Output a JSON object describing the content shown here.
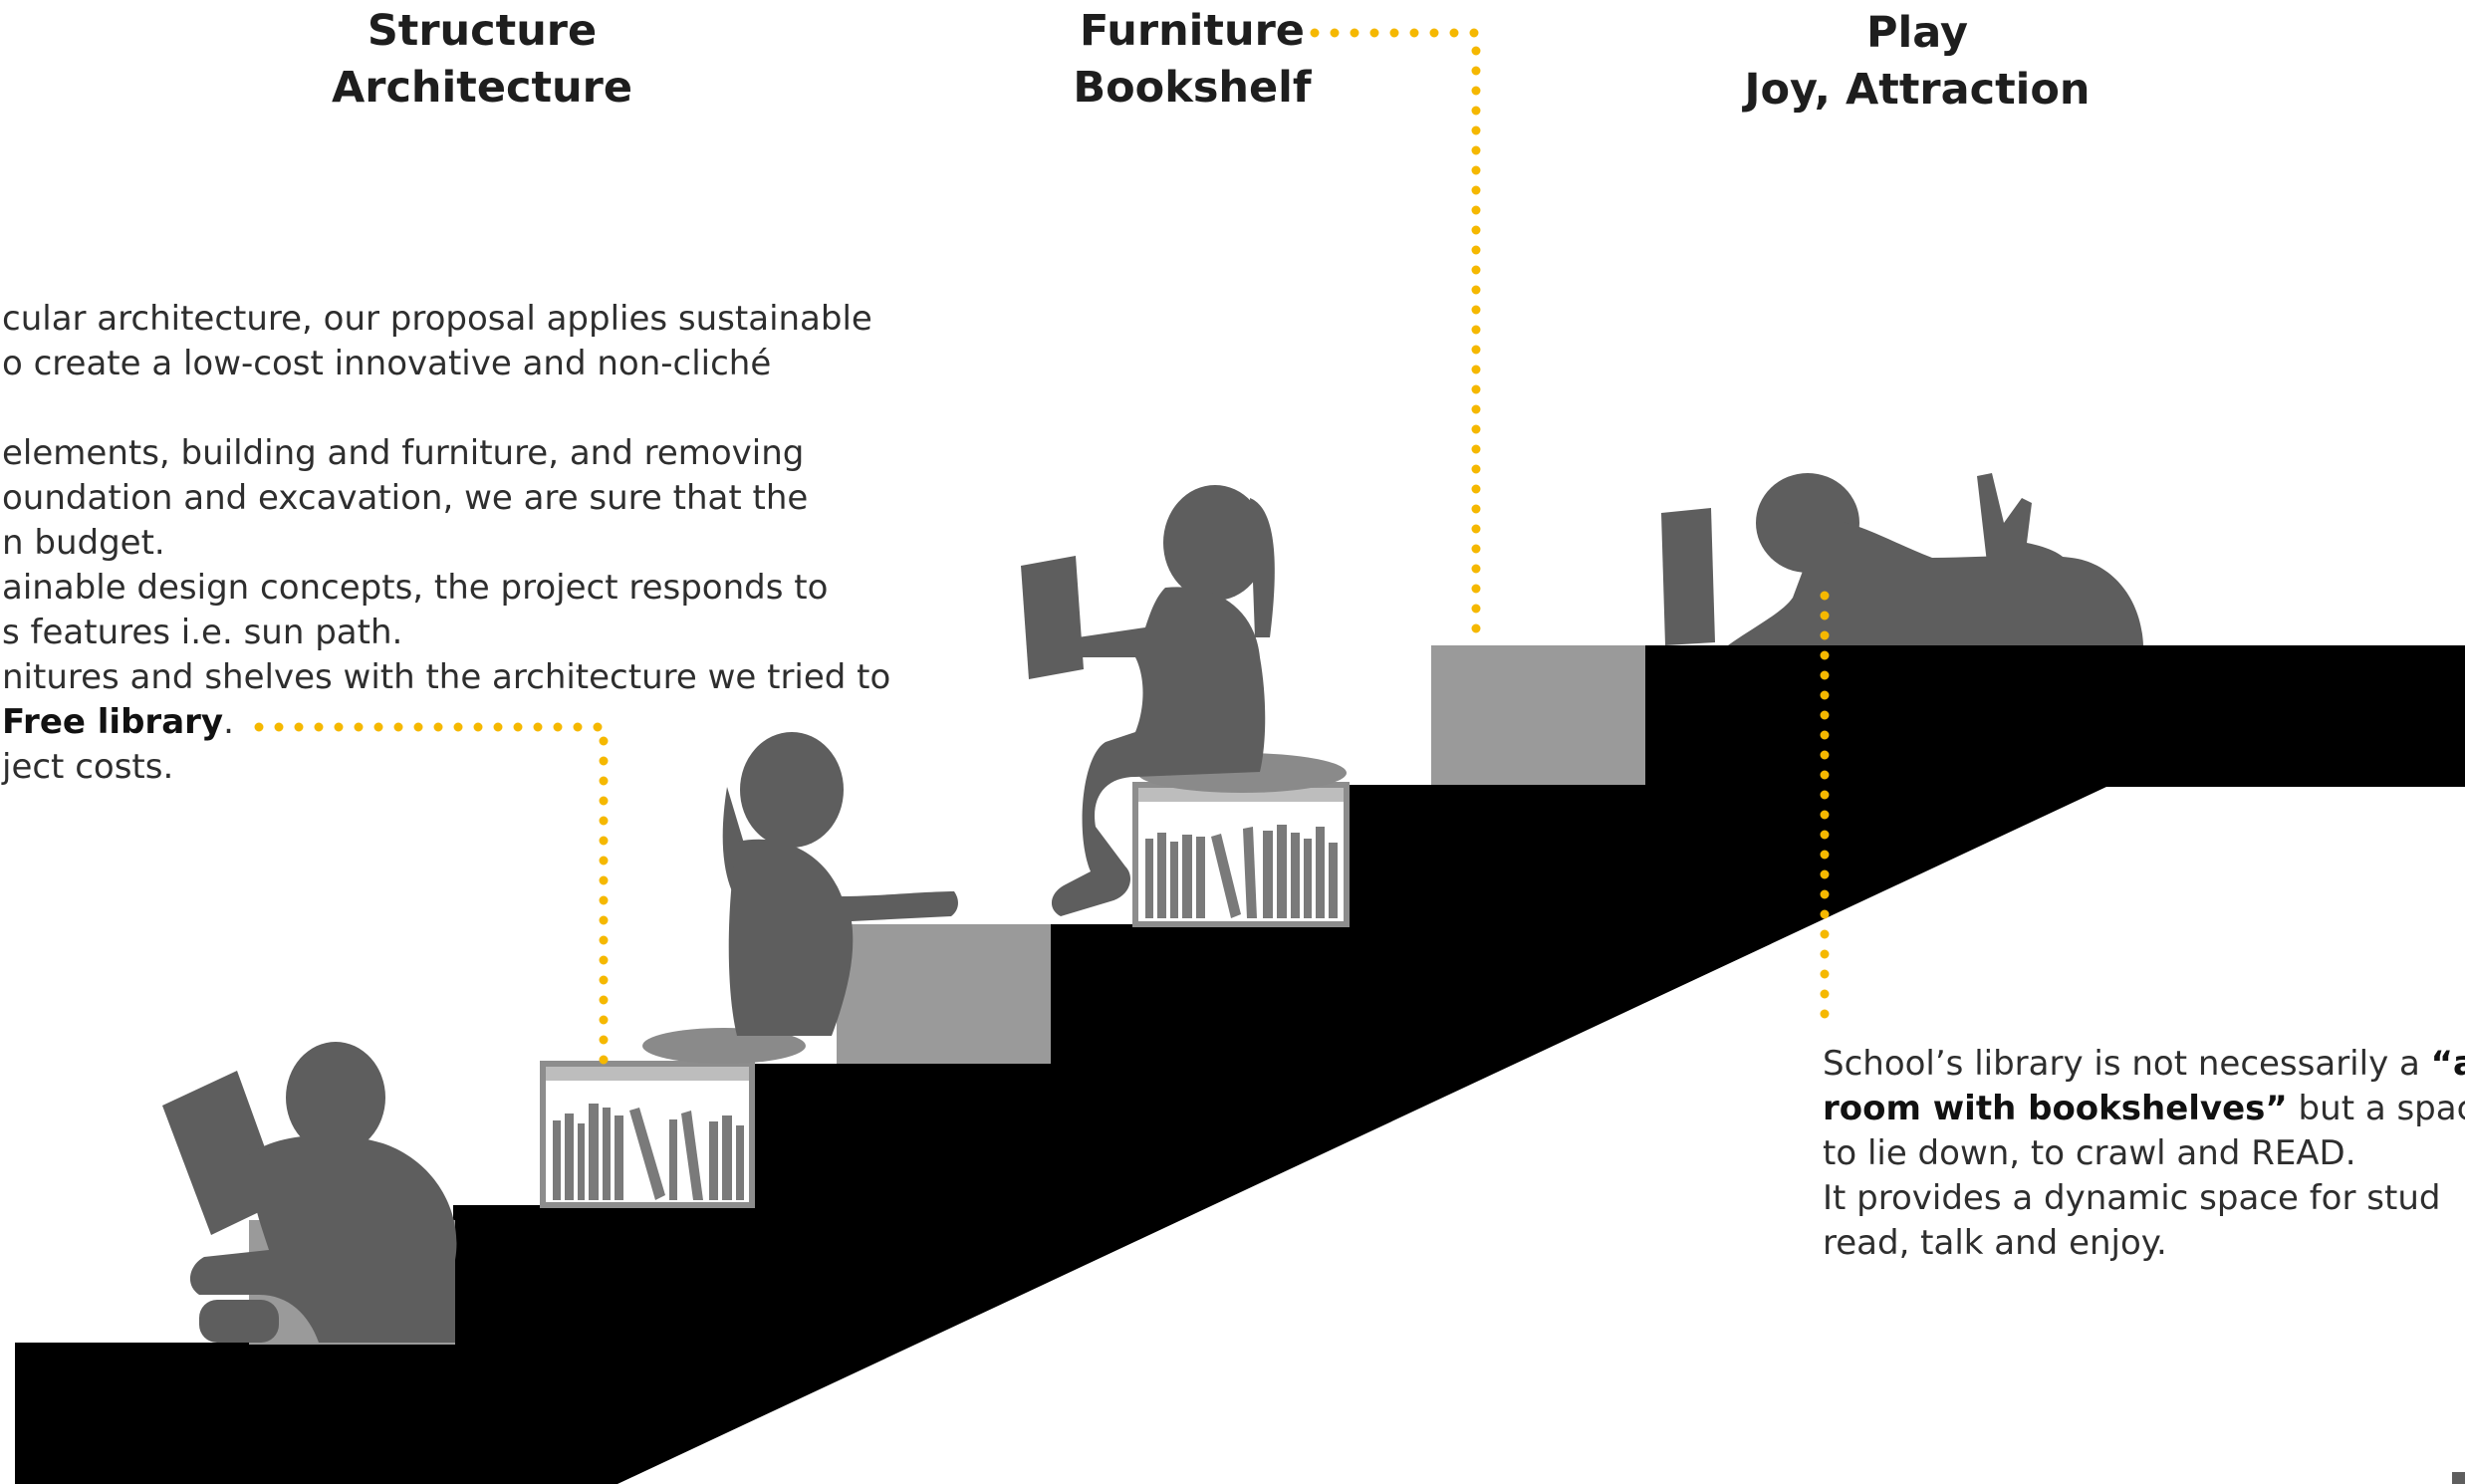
{
  "headings": [
    {
      "line1": "Structure",
      "line2": "Architecture"
    },
    {
      "line1": "Furniture",
      "line2": "Bookshelf"
    },
    {
      "line1": "Play",
      "line2": "Joy, Attraction"
    }
  ],
  "left_text": {
    "line1": "cular architecture, our proposal applies sustainable",
    "line2": "o create a low-cost innovative and non-cliché",
    "line3": "elements,  building and furniture, and removing",
    "line4": "oundation and excavation, we are sure that the",
    "line5": "n budget.",
    "line6": "ainable design concepts, the project responds to",
    "line7": "s features i.e. sun path.",
    "line8": "nitures and shelves with the architecture we tried to",
    "line9_bold": "Free library",
    "line9_end": ".",
    "line10": "ject costs."
  },
  "right_text": {
    "line1_start": "School’s library is not necessarily a ",
    "line1_bold": "“a",
    "line2_bold": "room with bookshelves”",
    "line2_end": " but a space",
    "line3": "to lie down, to crawl  and READ.",
    "line4": "It provides a dynamic space for stud",
    "line5": "read, talk and enjoy."
  },
  "colors": {
    "stair": "#000000",
    "silhouette": "#5e5e5e",
    "block": "#9a9a9a",
    "dotted_connector": "#f5b800"
  },
  "icons": [
    "child-reading-sitting-icon",
    "child-reaching-icon",
    "child-sitting-reading-icon",
    "child-lying-reading-icon",
    "bookshelf-icon"
  ]
}
